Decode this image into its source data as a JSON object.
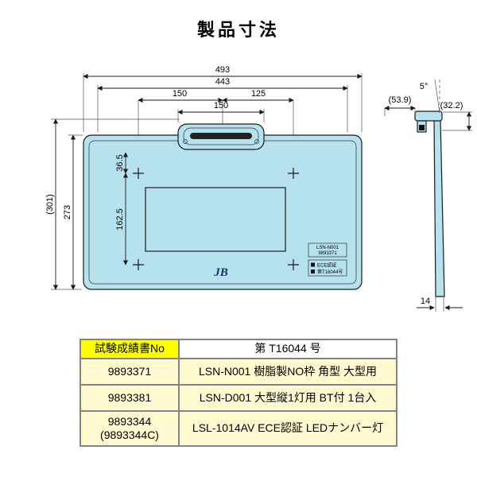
{
  "title": "製品寸法",
  "drawing": {
    "front": {
      "dim_width_overall": "493",
      "dim_width_inner": "443",
      "dim_150_left": "150",
      "dim_125_right": "125",
      "dim_150_handle": "150",
      "dim_height_overall": "(301)",
      "dim_height_frame": "273",
      "dim_hole_top": "36.5",
      "dim_hole_span": "162.5",
      "tag_model": "LSN-N001",
      "tag_part_no": "9893371",
      "tag_cert_line1": "ECE認証",
      "tag_cert_line2": "第T16044号",
      "logo": "JB"
    },
    "side": {
      "dim_depth": "(53.9)",
      "dim_angle": "5°",
      "dim_top_height": "(32.2)",
      "dim_thickness": "14"
    },
    "colors": {
      "frame_fill": "#b5e2ee",
      "line": "#1a1a1a"
    }
  },
  "table": {
    "header": {
      "label": "試験成績書No",
      "value": "第 T16044 号"
    },
    "rows": [
      {
        "no": "9893371",
        "desc": "LSN-N001  樹脂製NO枠  角型 大型用"
      },
      {
        "no": "9893381",
        "desc": "LSN-D001  大型縦1灯用 BT付  1台入"
      },
      {
        "no": "9893344\n(9893344C)",
        "desc": "LSL-1014AV  ECE認証 LEDナンバー灯"
      }
    ]
  }
}
